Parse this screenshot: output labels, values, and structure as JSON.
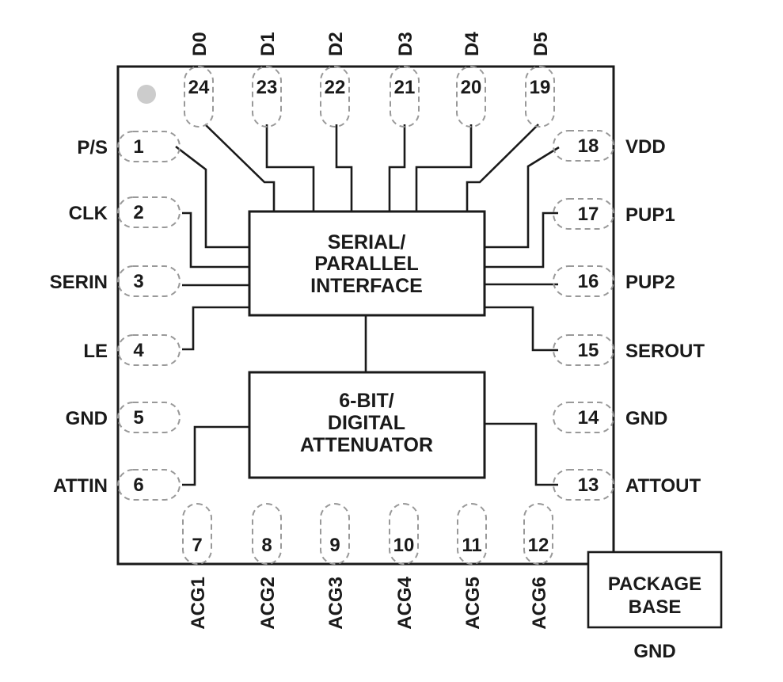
{
  "pins": {
    "p1": {
      "number": "1",
      "label": "P/S"
    },
    "p2": {
      "number": "2",
      "label": "CLK"
    },
    "p3": {
      "number": "3",
      "label": "SERIN"
    },
    "p4": {
      "number": "4",
      "label": "LE"
    },
    "p5": {
      "number": "5",
      "label": "GND"
    },
    "p6": {
      "number": "6",
      "label": "ATTIN"
    },
    "p7": {
      "number": "7",
      "label": "ACG1"
    },
    "p8": {
      "number": "8",
      "label": "ACG2"
    },
    "p9": {
      "number": "9",
      "label": "ACG3"
    },
    "p10": {
      "number": "10",
      "label": "ACG4"
    },
    "p11": {
      "number": "11",
      "label": "ACG5"
    },
    "p12": {
      "number": "12",
      "label": "ACG6"
    },
    "p13": {
      "number": "13",
      "label": "ATTOUT"
    },
    "p14": {
      "number": "14",
      "label": "GND"
    },
    "p15": {
      "number": "15",
      "label": "SEROUT"
    },
    "p16": {
      "number": "16",
      "label": "PUP2"
    },
    "p17": {
      "number": "17",
      "label": "PUP1"
    },
    "p18": {
      "number": "18",
      "label": "VDD"
    },
    "p19": {
      "number": "19",
      "label": "D5"
    },
    "p20": {
      "number": "20",
      "label": "D4"
    },
    "p21": {
      "number": "21",
      "label": "D3"
    },
    "p22": {
      "number": "22",
      "label": "D2"
    },
    "p23": {
      "number": "23",
      "label": "D1"
    },
    "p24": {
      "number": "24",
      "label": "D0"
    }
  },
  "blocks": {
    "serial_parallel": {
      "line1": "SERIAL/",
      "line2": "PARALLEL",
      "line3": "INTERFACE"
    },
    "attenuator": {
      "line1": "6-BIT/",
      "line2": "DIGITAL",
      "line3": "ATTENUATOR"
    }
  },
  "package_base": {
    "line1": "PACKAGE",
    "line2": "BASE",
    "ground_label": "GND"
  },
  "colors": {
    "line": "#1a1a1a",
    "pad_outline": "#999999",
    "pin1_dot": "#cccccc"
  }
}
